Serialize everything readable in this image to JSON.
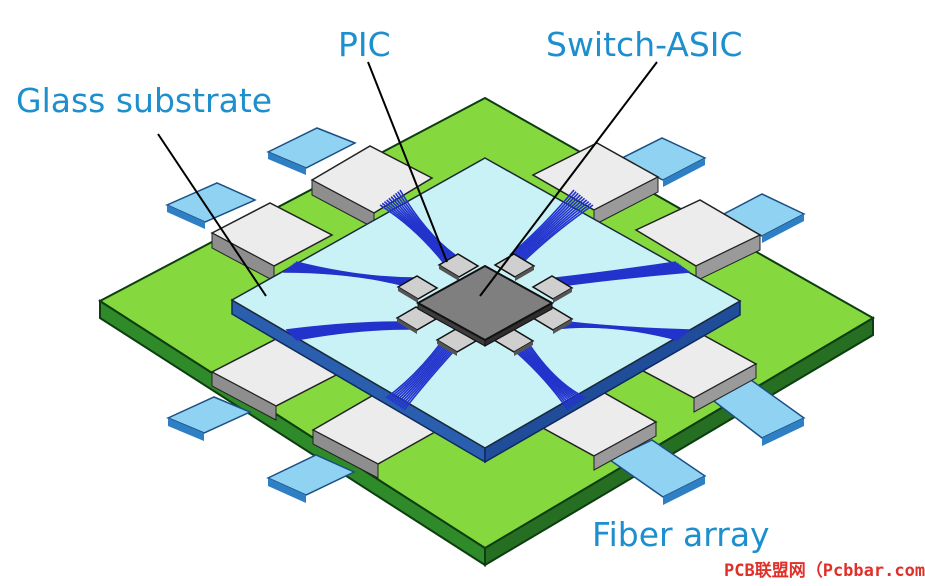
{
  "labels": {
    "glass_substrate": "Glass substrate",
    "pic": "PIC",
    "switch_asic": "Switch-ASIC",
    "fiber_array": "Fiber array"
  },
  "watermark": "PCB联盟网（Pcbbar.com）",
  "colors": {
    "label": "#1d8fcf",
    "pcb_top": "#86d83f",
    "pcb_side": "#2f8a2a",
    "glass_top": "#c9f2f7",
    "glass_side": "#2a5fb0",
    "module_top": "#ececec",
    "module_side": "#8e8e8e",
    "fiber_top": "#8fd2f2",
    "fiber_side": "#2f7fc4",
    "asic": "#7f7f7f",
    "pic": "#cfcfcf",
    "waveguide": "#2233cc",
    "watermark": "#e0302a"
  }
}
